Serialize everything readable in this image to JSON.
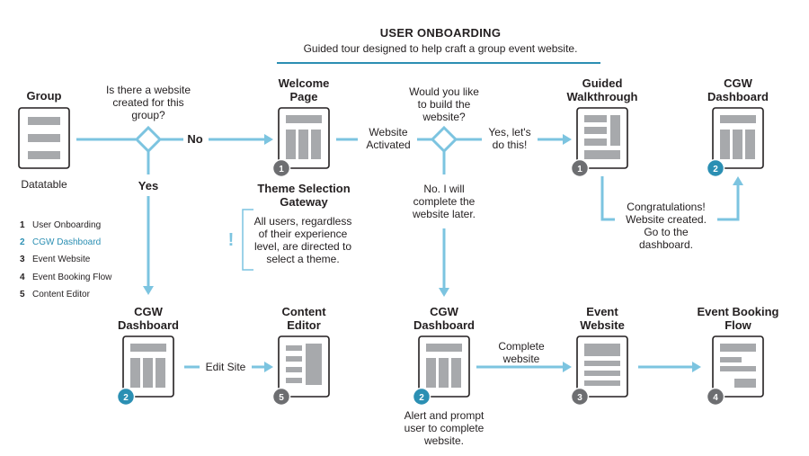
{
  "header": {
    "title": "USER ONBOARDING",
    "subtitle": "Guided tour designed to help craft a group event website."
  },
  "colors": {
    "arrow": "#7cc4e0",
    "badge_gray": "#6d6e71",
    "badge_blue": "#2b8fb3",
    "block_gray": "#a7a9ac",
    "rule": "#2b8fb3"
  },
  "nodes": {
    "group": {
      "title": "Group",
      "caption": "Datatable"
    },
    "welcome": {
      "title_l1": "Welcome",
      "title_l2": "Page",
      "badge": "1"
    },
    "guided": {
      "title_l1": "Guided",
      "title_l2": "Walkthrough",
      "badge": "1"
    },
    "cgw_top": {
      "title_l1": "CGW",
      "title_l2": "Dashboard",
      "badge": "2"
    },
    "cgw_left": {
      "title_l1": "CGW",
      "title_l2": "Dashboard",
      "badge": "2"
    },
    "content_editor": {
      "title_l1": "Content",
      "title_l2": "Editor",
      "badge": "5"
    },
    "cgw_mid": {
      "title_l1": "CGW",
      "title_l2": "Dashboard",
      "badge": "2"
    },
    "event_website": {
      "title_l1": "Event",
      "title_l2": "Website",
      "badge": "3"
    },
    "event_booking": {
      "title_l1": "Event Booking",
      "title_l2": "Flow",
      "badge": "4"
    }
  },
  "labels": {
    "q1": [
      "Is there a website",
      "created for this",
      "group?"
    ],
    "no": "No",
    "yes": "Yes",
    "website_activated": [
      "Website",
      "Activated"
    ],
    "q2": [
      "Would you like",
      "to build the",
      "website?"
    ],
    "yes_lets": [
      "Yes, let's",
      "do this!"
    ],
    "no_later": [
      "No. I will",
      "complete the",
      "website later."
    ],
    "theme_gateway": [
      "Theme Selection",
      "Gateway"
    ],
    "theme_note": [
      "All users, regardless",
      "of their experience",
      "level, are directed to",
      "select a theme."
    ],
    "note_mark": "!",
    "congrats": [
      "Congratulations!",
      "Website created.",
      "Go to the",
      "dashboard."
    ],
    "edit_site": "Edit Site",
    "complete_website": [
      "Complete",
      "website"
    ],
    "alert": [
      "Alert and prompt",
      "user to complete",
      "website."
    ]
  },
  "legend": [
    {
      "num": "1",
      "label": "User Onboarding",
      "highlight": false
    },
    {
      "num": "2",
      "label": "CGW Dashboard",
      "highlight": true
    },
    {
      "num": "3",
      "label": "Event Website",
      "highlight": false
    },
    {
      "num": "4",
      "label": "Event Booking Flow",
      "highlight": false
    },
    {
      "num": "5",
      "label": "Content Editor",
      "highlight": false
    }
  ]
}
